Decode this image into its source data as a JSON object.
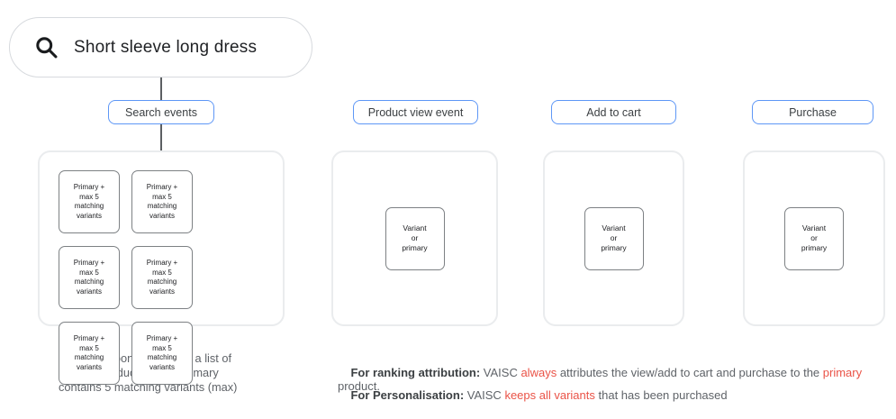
{
  "search": {
    "query": "Short sleeve long dress",
    "icon": "search-icon"
  },
  "events": [
    {
      "label": "Search events"
    },
    {
      "label": "Product view event"
    },
    {
      "label": "Add to cart"
    },
    {
      "label": "Purchase"
    }
  ],
  "cards": {
    "search_result_label": "Primary +\nmax 5\nmatching\nvariants",
    "search_result_count": 6,
    "variant_label": "Variant\nor\nprimary"
  },
  "captions": {
    "search_note": "Search response contains a list of\nprimary products. Each primary\ncontains 5 matching variants (max)"
  },
  "notes": {
    "ranking": {
      "title": "For ranking attribution:",
      "pre": " VAISC ",
      "red1": "always",
      "mid": " attributes the view/add to cart and purchase to the ",
      "red2": "primary",
      "post": " product."
    },
    "personalisation": {
      "title": "For Personalisation:",
      "pre": " VAISC ",
      "red1": "keeps all variants",
      "post": " that has been purchased"
    }
  },
  "colors": {
    "accent_blue": "#5e97f6",
    "highlight_red": "#ea5347",
    "text_dark": "#3c4043",
    "text_gray": "#5f6368",
    "pill_border": "#d7dade",
    "group_border": "#eaecee",
    "card_border": "#7d8184"
  }
}
